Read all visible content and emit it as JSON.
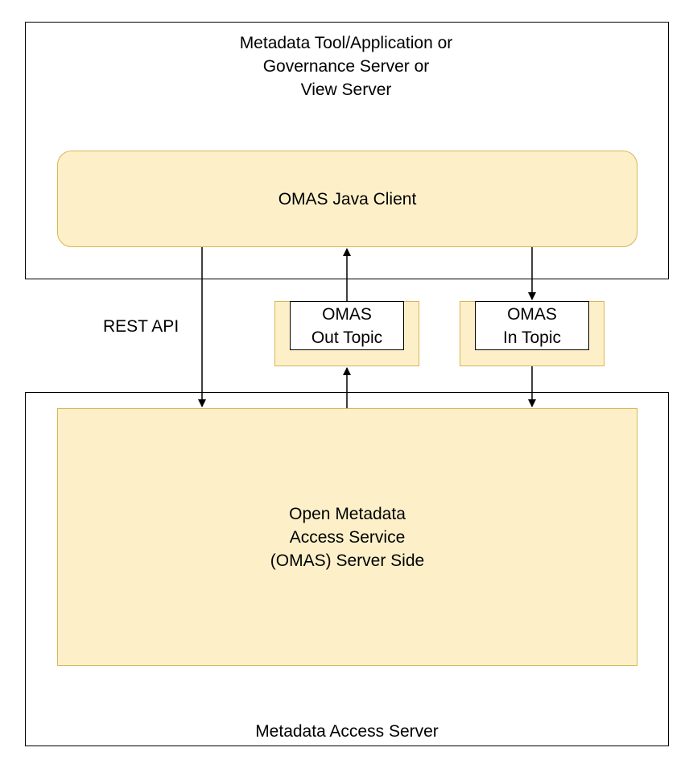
{
  "diagram": {
    "client_host": {
      "title": "Metadata Tool/Application or\nGovernance Server or\nView Server"
    },
    "client": {
      "label": "OMAS Java Client"
    },
    "rest_api": {
      "label": "REST API"
    },
    "out_topic": {
      "label": "OMAS\nOut Topic"
    },
    "in_topic": {
      "label": "OMAS\nIn Topic"
    },
    "server_side": {
      "label": "Open Metadata\nAccess Service\n(OMAS) Server Side"
    },
    "access_server": {
      "title": "Metadata Access Server"
    },
    "colors": {
      "fill": "#fdf0c9",
      "stroke": "#d6b656",
      "line": "#000000"
    }
  }
}
